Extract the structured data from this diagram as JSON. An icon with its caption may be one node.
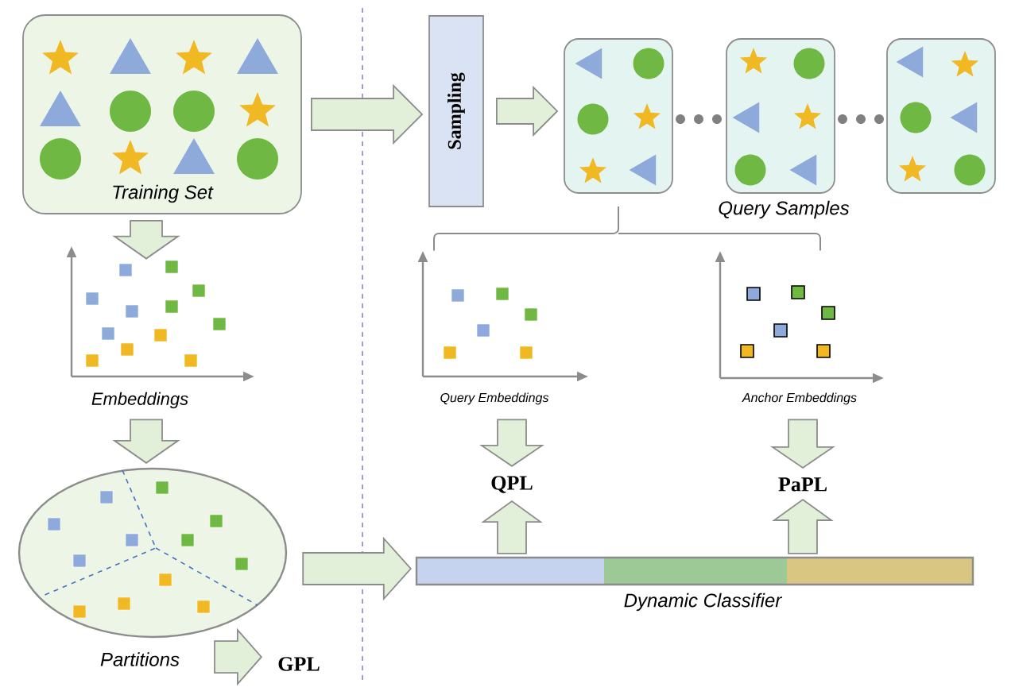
{
  "diagram": {
    "nodes": [
      {
        "text": [
          "Training Set"
        ]
      },
      {
        "text": [
          "Sampling"
        ]
      },
      {
        "text": [],
        "shape": "box"
      },
      {
        "text": [],
        "shape": "box"
      },
      {
        "text": [],
        "shape": "box"
      },
      {
        "text": [
          "Embeddings"
        ]
      },
      {
        "text": [
          "Query Embeddings"
        ]
      },
      {
        "text": [
          "Anchor Embeddings"
        ]
      },
      {
        "text": [
          "Partitions"
        ]
      },
      {
        "text": [
          "GPL"
        ]
      },
      {
        "text": [
          "QPL"
        ]
      },
      {
        "text": [
          "PaPL"
        ]
      },
      {
        "text": [
          "Dynamic Classifier"
        ]
      }
    ],
    "edges": [
      {
        "from": 0,
        "to": 1,
        "arrow": "to"
      },
      {
        "from": 1,
        "to": 2,
        "arrow": "to"
      },
      {
        "from": 2,
        "to": 6,
        "arrow": "none"
      },
      {
        "from": 2,
        "to": 7,
        "arrow": "none"
      },
      {
        "from": 0,
        "to": 5,
        "arrow": "to"
      },
      {
        "from": 5,
        "to": 8,
        "arrow": "to"
      },
      {
        "from": 8,
        "to": 9,
        "arrow": "to"
      },
      {
        "from": 8,
        "to": 12,
        "arrow": "to"
      },
      {
        "from": 6,
        "to": 10,
        "arrow": "to"
      },
      {
        "from": 7,
        "to": 11,
        "arrow": "to"
      },
      {
        "from": 12,
        "to": 10,
        "arrow": "to"
      },
      {
        "from": 12,
        "to": 11,
        "arrow": "to"
      }
    ],
    "labels": [
      "Query Samples"
    ]
  }
}
